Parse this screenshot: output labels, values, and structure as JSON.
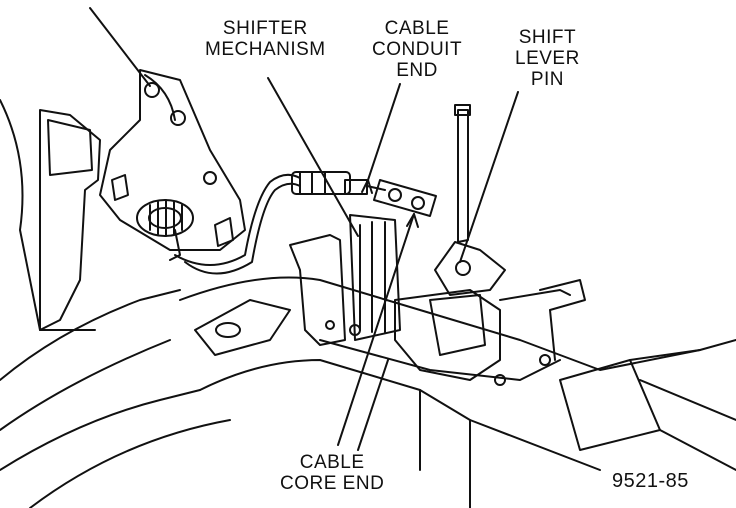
{
  "labels": {
    "shifter_mechanism": [
      "SHIFTER",
      "MECHANISM"
    ],
    "cable_conduit_end": [
      "CABLE",
      "CONDUIT",
      "END"
    ],
    "shift_lever_pin": [
      "SHIFT",
      "LEVER",
      "PIN"
    ],
    "cable_core_end": [
      "CABLE",
      "CORE END"
    ]
  },
  "figure_number": "9521-85",
  "colors": {
    "ink": "#111111",
    "paper": "#ffffff"
  }
}
